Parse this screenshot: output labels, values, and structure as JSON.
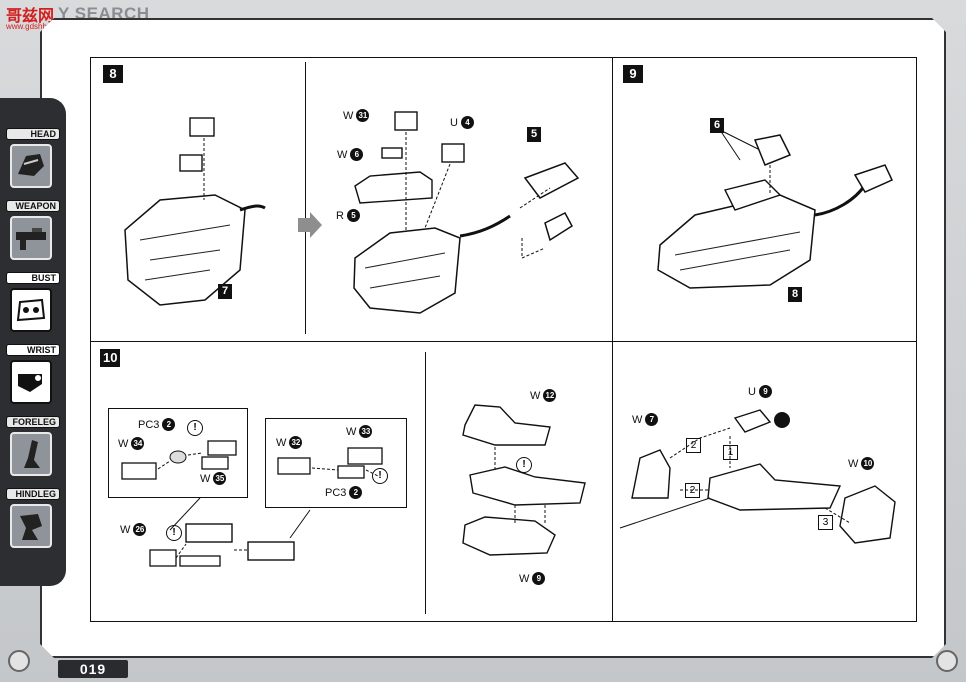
{
  "watermark": {
    "logo": "哥兹网",
    "text": "Y SEARCH",
    "url": "www.gdshbs.com"
  },
  "page_number": "019",
  "sidebar": {
    "items": [
      {
        "label": "HEAD",
        "active": false,
        "icon": "head-icon"
      },
      {
        "label": "WEAPON",
        "active": false,
        "icon": "weapon-icon"
      },
      {
        "label": "BUST",
        "active": true,
        "icon": "bust-icon"
      },
      {
        "label": "WRIST",
        "active": true,
        "icon": "wrist-icon"
      },
      {
        "label": "FORELEG",
        "active": false,
        "icon": "foreleg-icon"
      },
      {
        "label": "HINDLEG",
        "active": false,
        "icon": "hindleg-icon"
      }
    ]
  },
  "steps": {
    "step8": {
      "label": "8",
      "part_tag_left": "7",
      "callouts": [
        {
          "prefix": "W",
          "num": "31"
        },
        {
          "prefix": "W",
          "num": "6"
        },
        {
          "prefix": "R",
          "num": "5"
        },
        {
          "prefix": "U",
          "num": "4"
        }
      ],
      "part_tag_right": "5"
    },
    "step9": {
      "label": "9",
      "part_tag_top": "6",
      "part_tag_bottom": "8"
    },
    "step10": {
      "label": "10",
      "sub_left": [
        {
          "prefix": "PC3",
          "num": "2"
        },
        {
          "prefix": "W",
          "num": "34"
        },
        {
          "prefix": "W",
          "num": "35"
        }
      ],
      "sub_right": [
        {
          "prefix": "W",
          "num": "32"
        },
        {
          "prefix": "W",
          "num": "33"
        },
        {
          "prefix": "PC3",
          "num": "2"
        }
      ],
      "bottom_callout": {
        "prefix": "W",
        "num": "26"
      },
      "middle_callouts": [
        {
          "prefix": "W",
          "num": "12"
        },
        {
          "prefix": "W",
          "num": "9"
        }
      ],
      "right_callouts": [
        {
          "prefix": "U",
          "num": "9"
        },
        {
          "prefix": "W",
          "num": "7"
        },
        {
          "prefix": "W",
          "num": "10"
        }
      ],
      "order_marks": [
        "2",
        "1",
        "2",
        "3"
      ],
      "caution_mark": "!"
    }
  }
}
